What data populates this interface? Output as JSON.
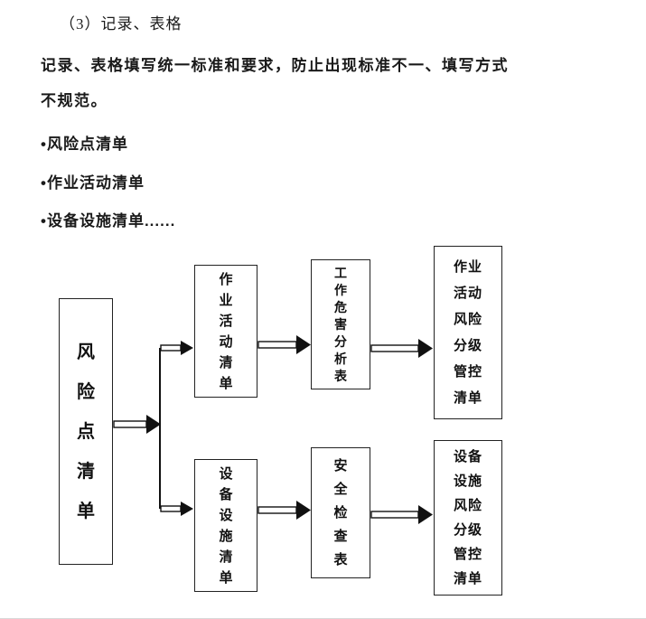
{
  "page": {
    "heading": "（3）记录、表格",
    "paragraph_line1": "记录、表格填写统一标准和要求，防止出现标准不一、填写方式",
    "paragraph_line2": "不规范。",
    "bullets": [
      "•风险点清单",
      "•作业活动清单",
      "•设备设施清单......"
    ]
  },
  "diagram": {
    "boxes": {
      "risk_point_list": "风\n险\n点\n清\n单",
      "work_activity_list": "作\n业\n活\n动\n清\n单",
      "job_hazard_analysis": "工\n作\n危\n害\n分\n析\n表",
      "work_activity_risk_control": "作业\n活动\n风险\n分级\n管控\n清单",
      "equipment_facility_list": "设\n备\n设\n施\n清\n单",
      "safety_checklist": "安\n全\n检\n查\n表",
      "equipment_risk_control": "设备\n设施\n风险\n分级\n管控\n清单"
    }
  }
}
